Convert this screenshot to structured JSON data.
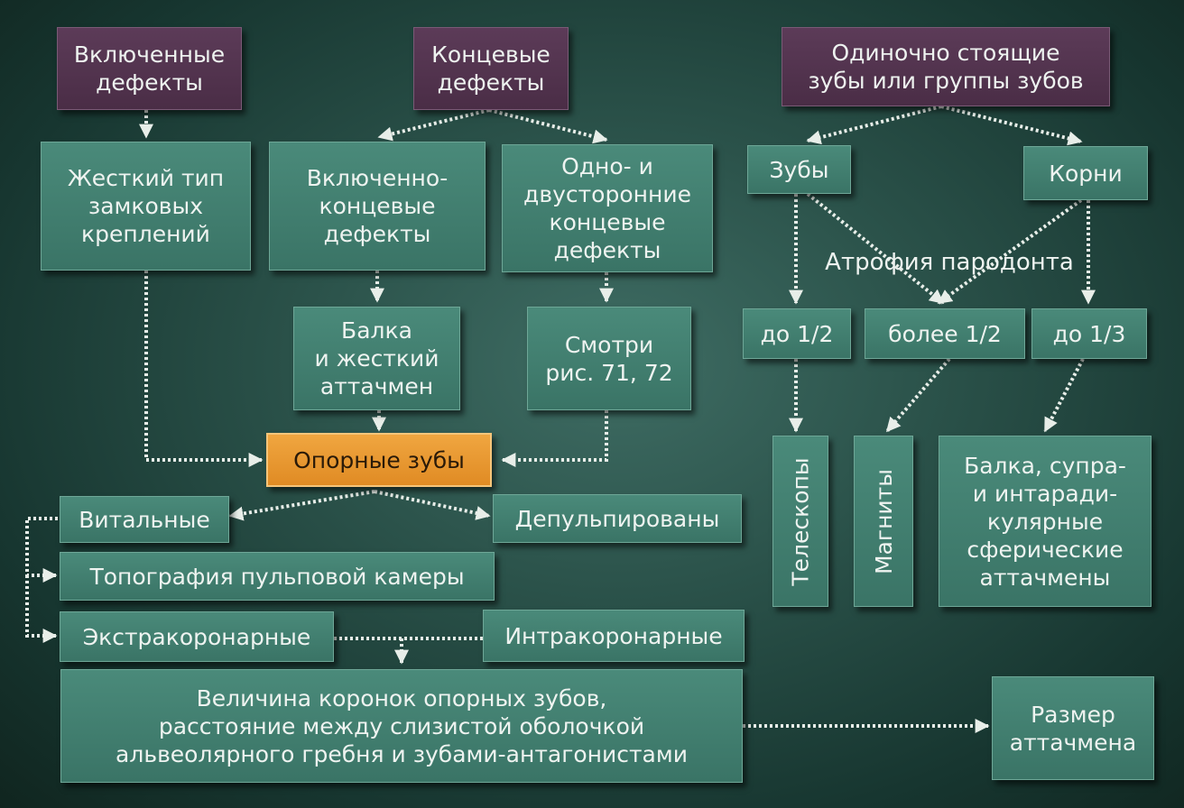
{
  "nodes": {
    "included_defects": "Включенные\nдефекты",
    "end_defects": "Концевые\nдефекты",
    "single_teeth": "Одиночно стоящие\nзубы или группы зубов",
    "rigid_lock": "Жесткий тип\nзамковых\nкреплений",
    "included_end": "Включенно-\nконцевые\nдефекты",
    "one_two_sided": "Одно- и\nдвусторонние\nконцевые\nдефекты",
    "teeth": "Зубы",
    "roots": "Корни",
    "atrophy": "Атрофия пародонта",
    "beam_rigid": "Балка\nи жесткий\nаттачмен",
    "see_fig": "Смотри\nрис. 71, 72",
    "up_to_half": "до 1/2",
    "more_half": "более 1/2",
    "up_to_third": "до 1/3",
    "abutment": "Опорные зубы",
    "telescopes": "Телескопы",
    "magnets": "Магниты",
    "beam_supra": "Балка, супра-\nи интаради-\nкулярные\nсферические\nаттачмены",
    "vital": "Витальные",
    "depulped": "Депульпированы",
    "pulp_topography": "Топография пульповой камеры",
    "extracoronal": "Экстракоронарные",
    "intracoronal": "Интракоронарные",
    "crown_size": "Величина коронок опорных зубов,\nрасстояние между слизистой оболочкой\nальвеолярного гребня и зубами-антагонистами",
    "attachment_size": "Размер\nаттачмена"
  },
  "colors": {
    "background": "#2a5149",
    "box_teal": "#3f7d6f",
    "box_purple": "#4f3350",
    "box_orange": "#eb9a35",
    "arrow": "#e8eee9"
  }
}
